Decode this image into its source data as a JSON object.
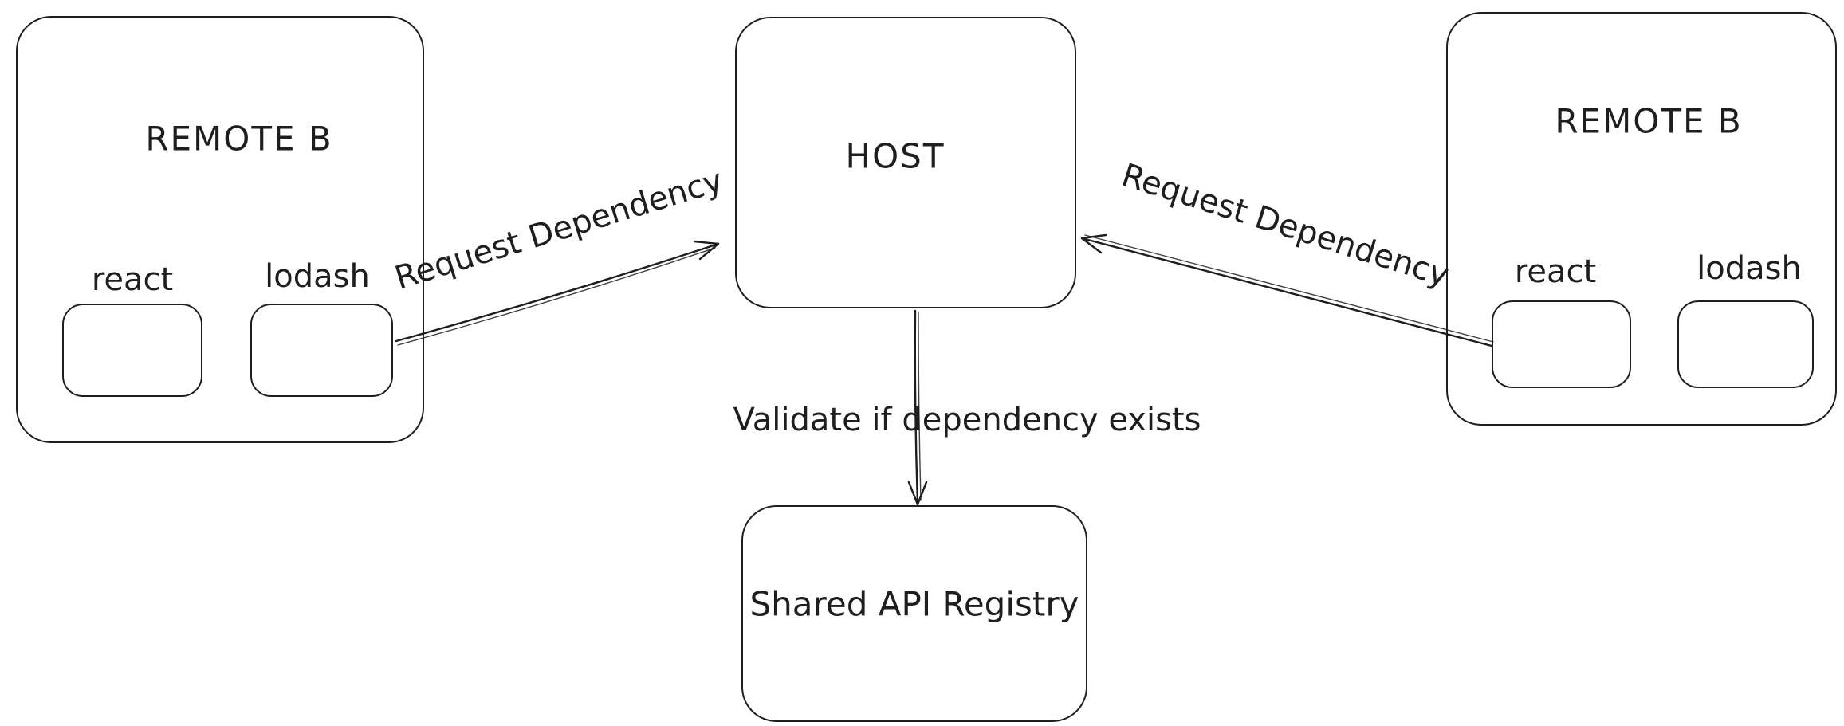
{
  "diagram": {
    "nodes": {
      "remote_left": {
        "title": "REMOTE B",
        "modules": [
          {
            "label": "react"
          },
          {
            "label": "lodash"
          }
        ]
      },
      "host": {
        "title": "HOST"
      },
      "remote_right": {
        "title": "REMOTE B",
        "modules": [
          {
            "label": "react"
          },
          {
            "label": "lodash"
          }
        ]
      },
      "registry": {
        "title": "Shared API Registry"
      }
    },
    "edges": {
      "left_to_host": {
        "label": "Request Dependency"
      },
      "right_to_host": {
        "label": "Request Dependency"
      },
      "host_to_registry": {
        "label": "Validate if dependency exists"
      }
    },
    "colors": {
      "stroke": "#1e1e1e",
      "background": "#ffffff"
    }
  }
}
